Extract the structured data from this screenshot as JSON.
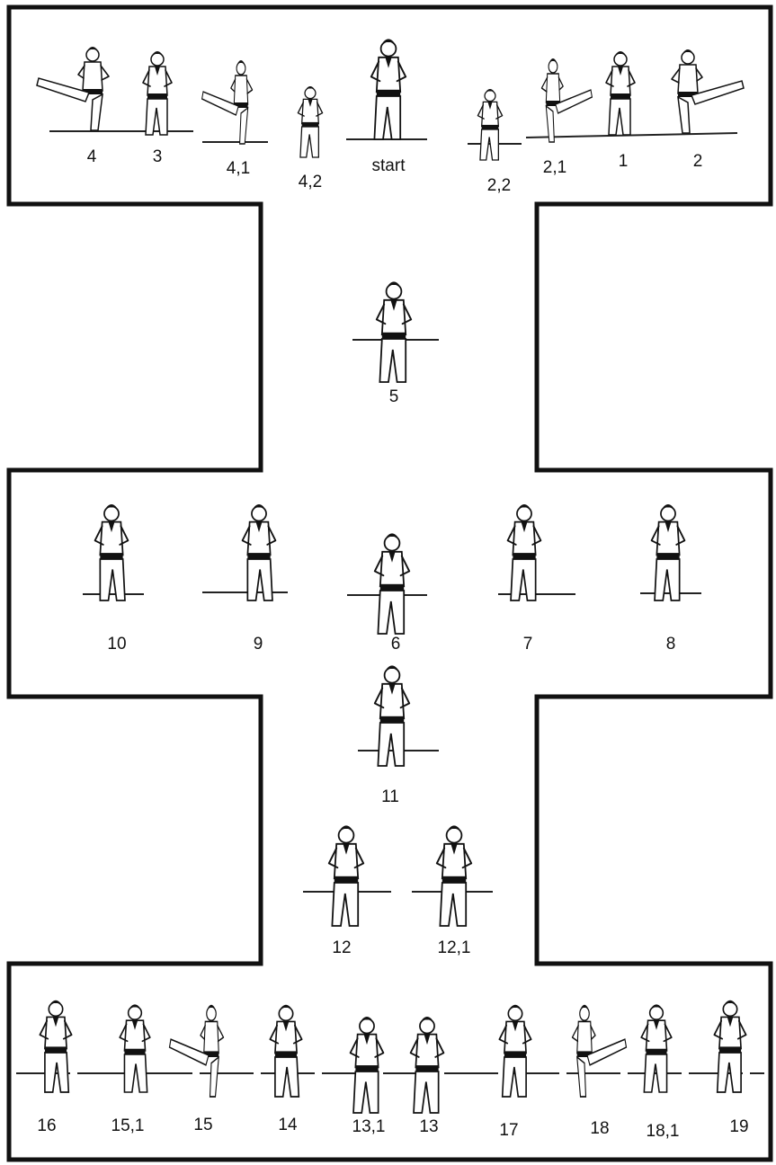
{
  "diagram": {
    "labels": {
      "start": "start",
      "m1": "1",
      "m2": "2",
      "m2_1": "2,1",
      "m2_2": "2,2",
      "m3": "3",
      "m4": "4",
      "m4_1": "4,1",
      "m4_2": "4,2",
      "m5": "5",
      "m6": "6",
      "m7": "7",
      "m8": "8",
      "m9": "9",
      "m10": "10",
      "m11": "11",
      "m12": "12",
      "m12_1": "12,1",
      "m13": "13",
      "m13_1": "13,1",
      "m14": "14",
      "m15": "15",
      "m15_1": "15,1",
      "m16": "16",
      "m17": "17",
      "m18": "18",
      "m18_1": "18,1",
      "m19": "19"
    },
    "figure_icon": "taekwondo-practitioner-figure",
    "colors": {
      "outline": "#111111",
      "belt": "#111111",
      "background": "#ffffff"
    }
  }
}
